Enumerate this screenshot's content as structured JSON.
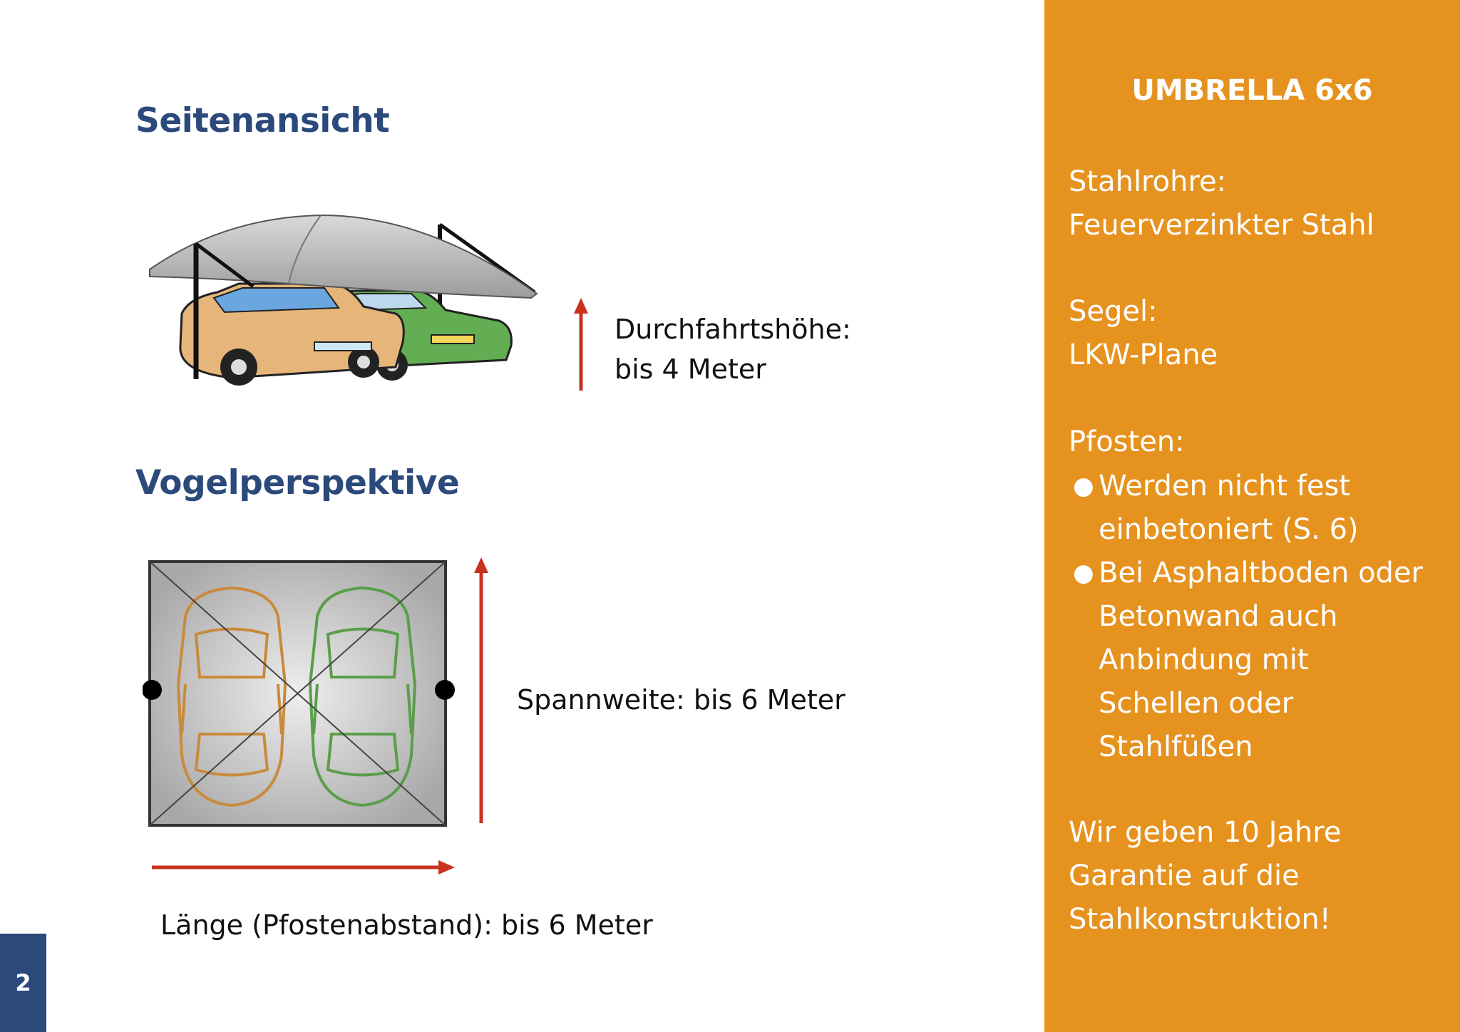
{
  "side_view": {
    "heading": "Seitenansicht",
    "height_label": "Durchfahrtshöhe:",
    "height_value": "bis 4 Meter"
  },
  "top_view": {
    "heading": "Vogelperspektive",
    "span_label": "Spannweite: bis 6 Meter",
    "length_label": "Länge (Pfostenabstand): bis 6 Meter"
  },
  "sidebar": {
    "title": "UMBRELLA 6x6",
    "tubes_label": "Stahlrohre:",
    "tubes_value": "Feuerverzinkter Stahl",
    "sail_label": "Segel:",
    "sail_value": "LKW-Plane",
    "posts_label": "Pfosten:",
    "posts_items": [
      "Werden nicht fest\neinbetoniert (S. 6)",
      "Bei Asphaltboden oder\nBetonwand auch\nAnbindung mit\nSchellen oder\nStahlfüßen"
    ],
    "guarantee": "Wir geben 10 Jahre\nGarantie auf die\nStahlkonstruktion!"
  },
  "page_number": "2",
  "colors": {
    "heading": "#2b4a7b",
    "sidebar_bg": "#e6921f",
    "arrow": "#c8321f",
    "car_orange": "#c98a3c",
    "car_green": "#5a9e4a"
  }
}
